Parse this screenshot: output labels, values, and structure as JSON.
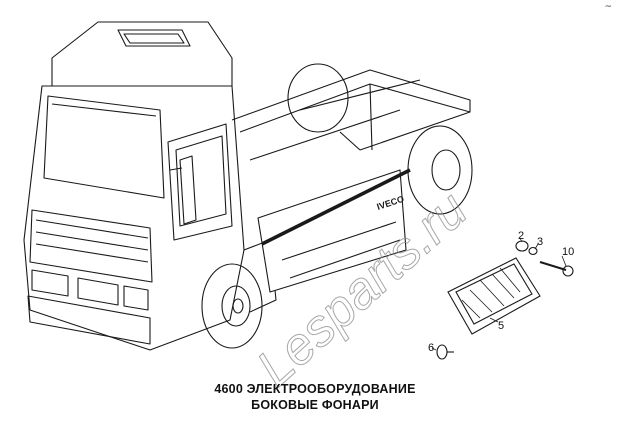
{
  "caption": {
    "line1": "4600  ЭЛЕКТРООБОРУДОВАНИЕ",
    "line2": "БОКОВЫЕ ФОНАРИ"
  },
  "truck_badge": "IVECO",
  "callouts": [
    "2",
    "3",
    "10",
    "5",
    "6"
  ],
  "watermark": "Lesparts.ru",
  "corner_mark": "~",
  "colors": {
    "line": "#1a1a1a",
    "watermark": "#8a8a8a",
    "background": "#ffffff"
  }
}
